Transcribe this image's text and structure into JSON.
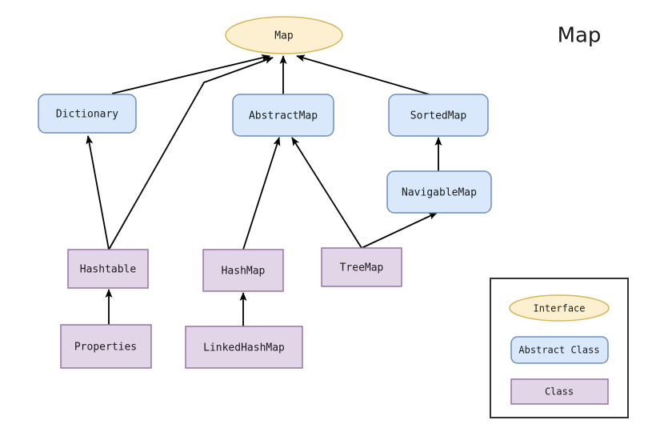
{
  "title": "Map",
  "colors": {
    "interface_fill": "#fdf0d0",
    "interface_stroke": "#d6b656",
    "abstract_fill": "#dae8fc",
    "abstract_stroke": "#6c8ebf",
    "class_fill": "#e1d5e7",
    "class_stroke": "#9673a6",
    "edge": "#000000",
    "legend_border": "#333333",
    "text": "#1a1a1a",
    "background": "#ffffff"
  },
  "nodes": {
    "map": {
      "label": "Map",
      "type": "interface"
    },
    "dictionary": {
      "label": "Dictionary",
      "type": "abstract"
    },
    "abstract_map": {
      "label": "AbstractMap",
      "type": "abstract"
    },
    "sorted_map": {
      "label": "SortedMap",
      "type": "abstract"
    },
    "navigable_map": {
      "label": "NavigableMap",
      "type": "abstract"
    },
    "hashtable": {
      "label": "Hashtable",
      "type": "class"
    },
    "hashmap": {
      "label": "HashMap",
      "type": "class"
    },
    "treemap": {
      "label": "TreeMap",
      "type": "class"
    },
    "properties": {
      "label": "Properties",
      "type": "class"
    },
    "linked_hashmap": {
      "label": "LinkedHashMap",
      "type": "class"
    }
  },
  "edges": [
    {
      "from": "dictionary",
      "to": "map"
    },
    {
      "from": "abstract_map",
      "to": "map"
    },
    {
      "from": "sorted_map",
      "to": "map"
    },
    {
      "from": "hashtable",
      "to": "dictionary"
    },
    {
      "from": "hashtable",
      "to": "map"
    },
    {
      "from": "hashmap",
      "to": "abstract_map"
    },
    {
      "from": "treemap",
      "to": "abstract_map"
    },
    {
      "from": "treemap",
      "to": "navigable_map"
    },
    {
      "from": "navigable_map",
      "to": "sorted_map"
    },
    {
      "from": "properties",
      "to": "hashtable"
    },
    {
      "from": "linked_hashmap",
      "to": "hashmap"
    }
  ],
  "legend": {
    "interface": "Interface",
    "abstract": "Abstract Class",
    "class": "Class"
  }
}
